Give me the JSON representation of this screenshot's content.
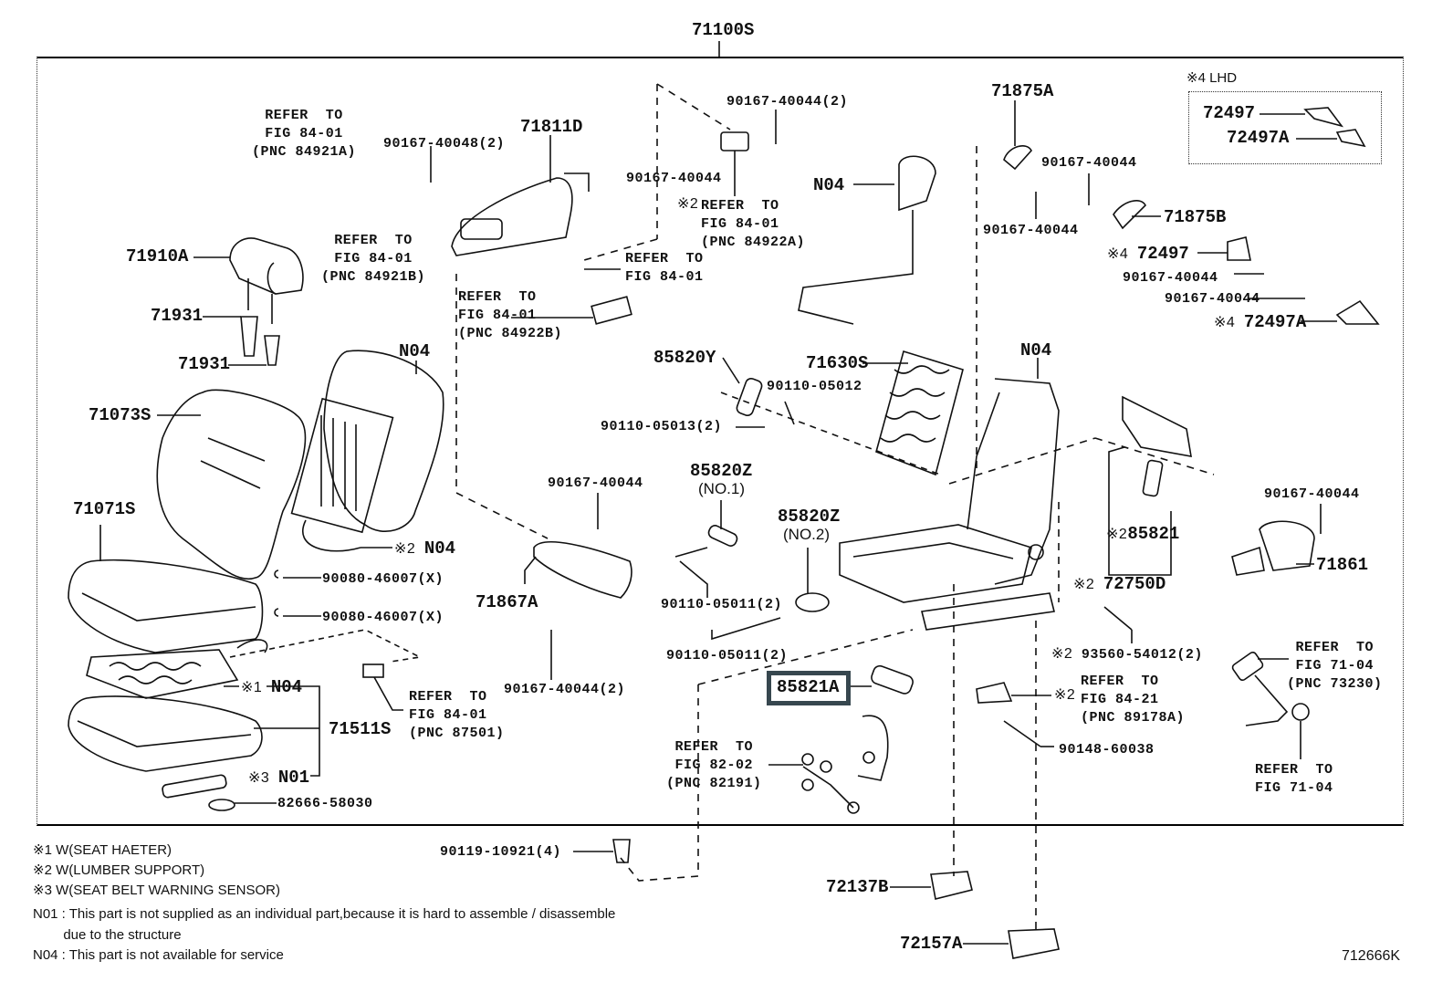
{
  "diagram": {
    "assembly_label": "71100S",
    "figure_id": "712666K",
    "highlight_color": "#37474f",
    "highlighted_part": "85821A",
    "lhd_box": {
      "title": "※4  LHD",
      "items": [
        "72497",
        "72497A"
      ]
    },
    "parts": {
      "p71910A": "71910A",
      "p71931a": "71931",
      "p71931b": "71931",
      "p71073S": "71073S",
      "p71071S": "71071S",
      "pN04_back": "N04",
      "p90167_40048": "90167-40048(2)",
      "p71811D": "71811D",
      "p90167_40044_a": "90167-40044",
      "p90167_40044_top": "90167-40044(2)",
      "pN04_cushion": "N04",
      "p71875A": "71875A",
      "p90167_40044_b": "90167-40044",
      "p90167_40044_c": "90167-40044",
      "p71875B": "71875B",
      "p72497": "72497",
      "p90167_40044_d": "90167-40044",
      "p90167_40044_e": "90167-40044",
      "p72497A": "72497A",
      "p85820Y": "85820Y",
      "p71630S": "71630S",
      "p90110_05012": "90110-05012",
      "p90110_05013": "90110-05013(2)",
      "pN04_frame": "N04",
      "p85820Z_1": "85820Z",
      "p85820Z_1_sub": "(NO.1)",
      "p85820Z_2": "85820Z",
      "p85820Z_2_sub": "(NO.2)",
      "p90167_40044_f": "90167-40044",
      "p71867A": "71867A",
      "p90110_05011_a": "90110-05011(2)",
      "p90110_05011_b": "90110-05011(2)",
      "p90167_40044_g": "90167-40044(2)",
      "p85821": "85821",
      "p72750D": "72750D",
      "p90167_40044_h": "90167-40044",
      "p71861": "71861",
      "p93560_54012": "93560-54012(2)",
      "p90148_60038": "90148-60038",
      "pN04_mat2": "N04",
      "p90080_a": "90080-46007(X)",
      "p90080_b": "90080-46007(X)",
      "pN04_heater": "N04",
      "p71511S": "71511S",
      "pN01": "N01",
      "p82666_58030": "82666-58030",
      "p90119_10921": "90119-10921(4)",
      "p72137B": "72137B",
      "p72157A": "72157A"
    },
    "marks": {
      "m1": "※1",
      "m2": "※2",
      "m3": "※3",
      "m4": "※4"
    },
    "refs": {
      "r84921A": "REFER  TO\nFIG 84-01\n(PNC 84921A)",
      "r84921B": "REFER  TO\nFIG 84-01\n(PNC 84921B)",
      "r84922A": "REFER  TO\nFIG 84-01\n(PNC 84922A)",
      "r8401": "REFER  TO\nFIG 84-01",
      "r84922B": "REFER  TO\nFIG 84-01\n(PNC 84922B)",
      "r87501": "REFER  TO\nFIG 84-01\n(PNC 87501)",
      "r82191": "REFER  TO\nFIG 82-02\n(PNC 82191)",
      "r89178A": "REFER  TO\nFIG 84-21\n(PNC 89178A)",
      "r73230": "REFER  TO\nFIG 71-04\n(PNC 73230)",
      "r7104": "REFER  TO\nFIG 71-04"
    },
    "legend": {
      "items": [
        "※1  W(SEAT  HAETER)",
        "※2  W(LUMBER  SUPPORT)",
        "※3  W(SEAT  BELT  WARNING  SENSOR)"
      ],
      "notes": [
        "N01 : This part is not supplied as an individual part,because it is hard to assemble / disassemble",
        "        due to the structure",
        "N04 : This part is not available for service"
      ]
    }
  }
}
